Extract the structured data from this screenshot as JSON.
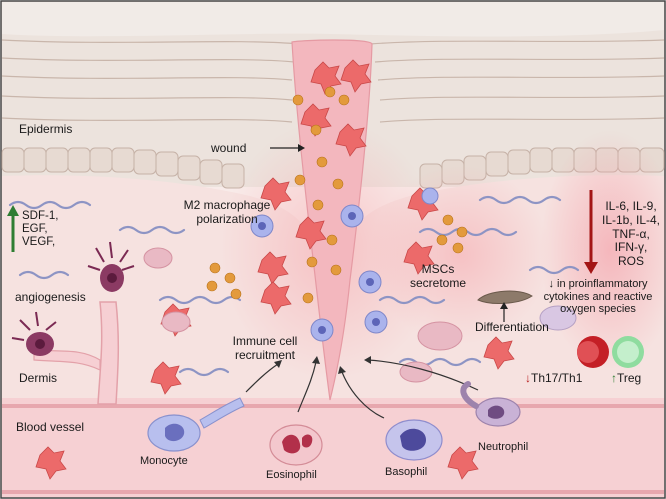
{
  "labels": {
    "epidermis": "Epidermis",
    "wound": "wound",
    "m2_line1": "M2 macrophage",
    "m2_line2": "polarization",
    "dermis": "Dermis",
    "angiogenesis": "angiogenesis",
    "blood_vessel": "Blood vessel",
    "immune_line1": "Immune cell",
    "immune_line2": "recruitment",
    "mscs_line1": "MSCs",
    "mscs_line2": "secretome",
    "differentiation": "Differentiation",
    "monocyte": "Monocyte",
    "eosinophil": "Eosinophil",
    "basophil": "Basophil",
    "neutrophil": "Neutrophil"
  },
  "growth_factors": {
    "arrow": "↑",
    "items": [
      "SDF-1,",
      "EGF,",
      "VEGF,"
    ]
  },
  "cytokines": {
    "items": [
      "IL-6, IL-9,",
      "IL-1b, IL-4,",
      "TNF-α,",
      "IFN-γ,",
      "ROS"
    ],
    "note_lines": [
      "↓ in proinflammatory",
      "cytokines and reactive",
      "oxygen species"
    ]
  },
  "tcells": {
    "th_arrow": "↓",
    "th_label": "Th17/Th1",
    "treg_arrow": "↑",
    "treg_label": "Treg"
  },
  "colors": {
    "skin_top": "#e2d3cb",
    "dermis": "#f6e2e0",
    "vessel": "#f4c9cd",
    "wound": "#f3b7be",
    "red_cell": "#ec6a6a",
    "blue_cell": "#aab3ec",
    "vesicle": "#e39a3c",
    "th_cell": "#c41f26",
    "treg_cell": "#8fdc9f"
  }
}
